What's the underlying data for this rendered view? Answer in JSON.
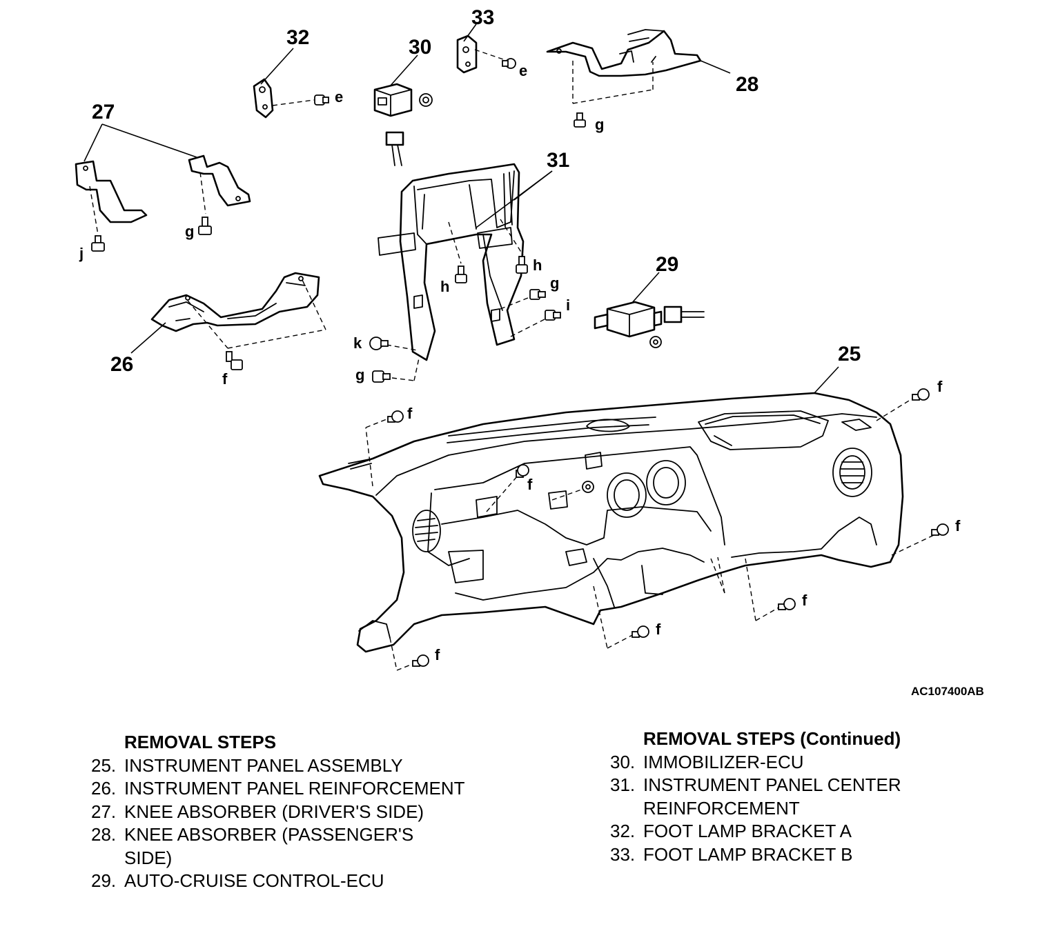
{
  "figure_code": "AC107400AB",
  "callouts": {
    "c25": "25",
    "c26": "26",
    "c27": "27",
    "c28": "28",
    "c29": "29",
    "c30": "30",
    "c31": "31",
    "c32": "32",
    "c33": "33"
  },
  "fasteners": {
    "e": "e",
    "f": "f",
    "g": "g",
    "h": "h",
    "i": "i",
    "j": "j",
    "k": "k"
  },
  "steps_left": {
    "heading": "REMOVAL STEPS",
    "items": [
      {
        "num": "25.",
        "text": "INSTRUMENT PANEL ASSEMBLY"
      },
      {
        "num": "26.",
        "text": "INSTRUMENT PANEL REINFORCEMENT"
      },
      {
        "num": "27.",
        "text": "KNEE ABSORBER (DRIVER'S SIDE)"
      },
      {
        "num": "28.",
        "text": "KNEE ABSORBER (PASSENGER'S\nSIDE)"
      },
      {
        "num": "29.",
        "text": "AUTO-CRUISE CONTROL-ECU"
      }
    ]
  },
  "steps_right": {
    "heading": "REMOVAL STEPS (Continued)",
    "items": [
      {
        "num": "30.",
        "text": "IMMOBILIZER-ECU"
      },
      {
        "num": "31.",
        "text": "INSTRUMENT PANEL CENTER\nREINFORCEMENT"
      },
      {
        "num": "32.",
        "text": "FOOT LAMP BRACKET A"
      },
      {
        "num": "33.",
        "text": "FOOT LAMP BRACKET B"
      }
    ]
  }
}
